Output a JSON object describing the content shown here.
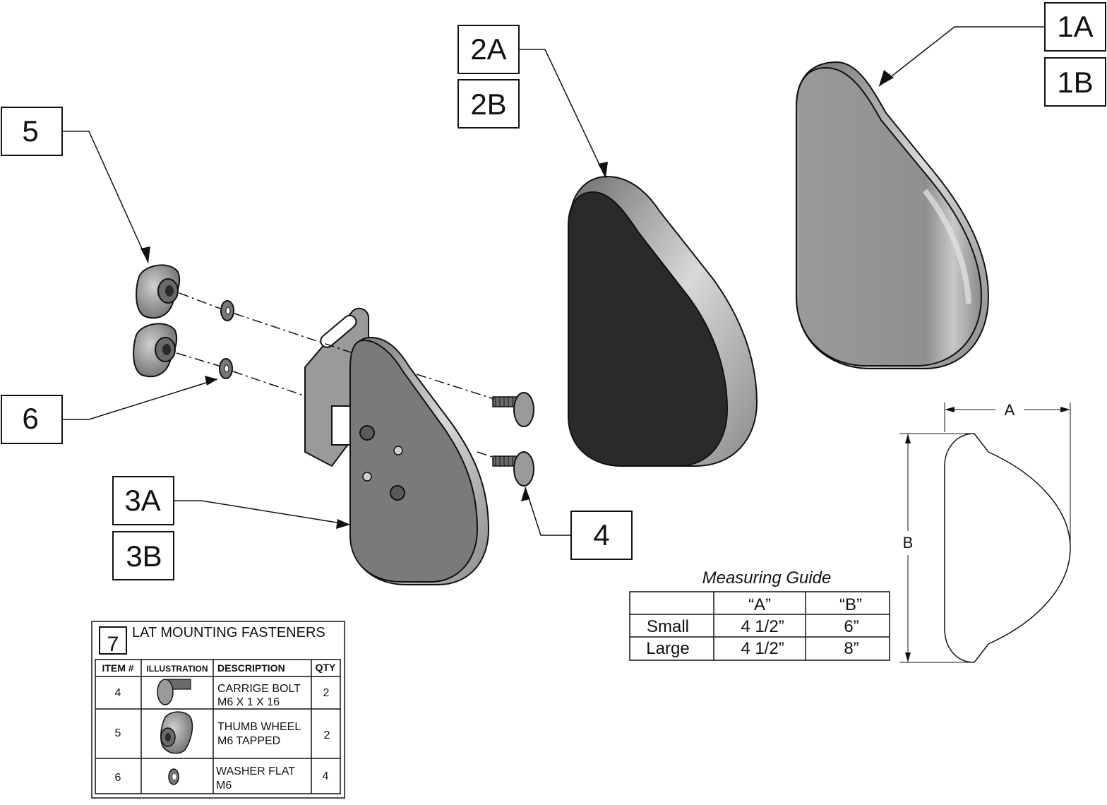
{
  "callouts": {
    "c1a": "1A",
    "c1b": "1B",
    "c2a": "2A",
    "c2b": "2B",
    "c3a": "3A",
    "c3b": "3B",
    "c4": "4",
    "c5": "5",
    "c6": "6"
  },
  "fastener_table": {
    "number": "7",
    "title": "LAT MOUNTING FASTENERS",
    "headers": [
      "ITEM #",
      "ILLUSTRATION",
      "DESCRIPTION",
      "QTY"
    ],
    "rows": [
      {
        "item": "4",
        "desc1": "CARRIGE BOLT",
        "desc2": "M6 X 1 X 16",
        "qty": "2"
      },
      {
        "item": "5",
        "desc1": "THUMB WHEEL",
        "desc2": "M6 TAPPED",
        "qty": "2"
      },
      {
        "item": "6",
        "desc1": "WASHER FLAT",
        "desc2": "M6",
        "qty": "4"
      }
    ]
  },
  "measuring_guide": {
    "title": "Measuring Guide",
    "headers": [
      "",
      "“A”",
      "“B”"
    ],
    "rows": [
      {
        "size": "Small",
        "a": "4 1/2”",
        "b": "6”"
      },
      {
        "size": "Large",
        "a": "4 1/2”",
        "b": "8”"
      }
    ]
  },
  "dimensions": {
    "a_label": "A",
    "b_label": "B"
  },
  "colors": {
    "pad_dark": "#2a2a2a",
    "pad_grey": "#8c8c8c",
    "plate_grey": "#7a7a7a",
    "edge_grey": "#b8b8b8",
    "line": "#111111"
  }
}
